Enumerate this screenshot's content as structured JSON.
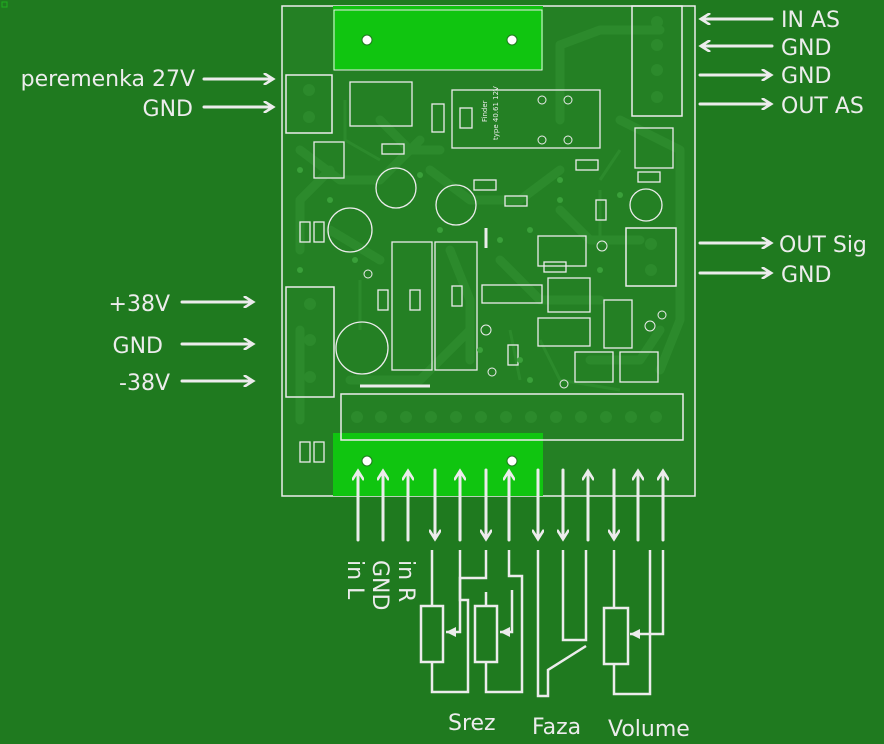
{
  "colors": {
    "background": "#1f7a1f",
    "board_fill": "#248024",
    "trace": "#2c8a2c",
    "silkscreen": "#ececec",
    "copper_pad": "#10c510"
  },
  "labels": {
    "in_as": "IN AS",
    "gnd_top1": "GND",
    "gnd_top2": "GND",
    "out_as": "OUT AS",
    "peremenka": "peremenka 27V",
    "gnd_left": "GND",
    "out_sig": "OUT Sig",
    "gnd_sig": "GND",
    "plus38": "+38V",
    "gnd_power": "GND",
    "minus38": "-38V",
    "in_l": "in L",
    "gnd_bottom": "GND",
    "in_r": "in R",
    "srez": "Srez",
    "faza": "Faza",
    "volume": "Volume"
  },
  "board_text": {
    "relay_brand": "Finder",
    "relay_type": "type 40.61 12V"
  },
  "arrows": {
    "left_in": "arrow-right",
    "right_out": "arrow-right",
    "right_in": "arrow-left",
    "bottom": "arrow-up / arrow-down"
  }
}
